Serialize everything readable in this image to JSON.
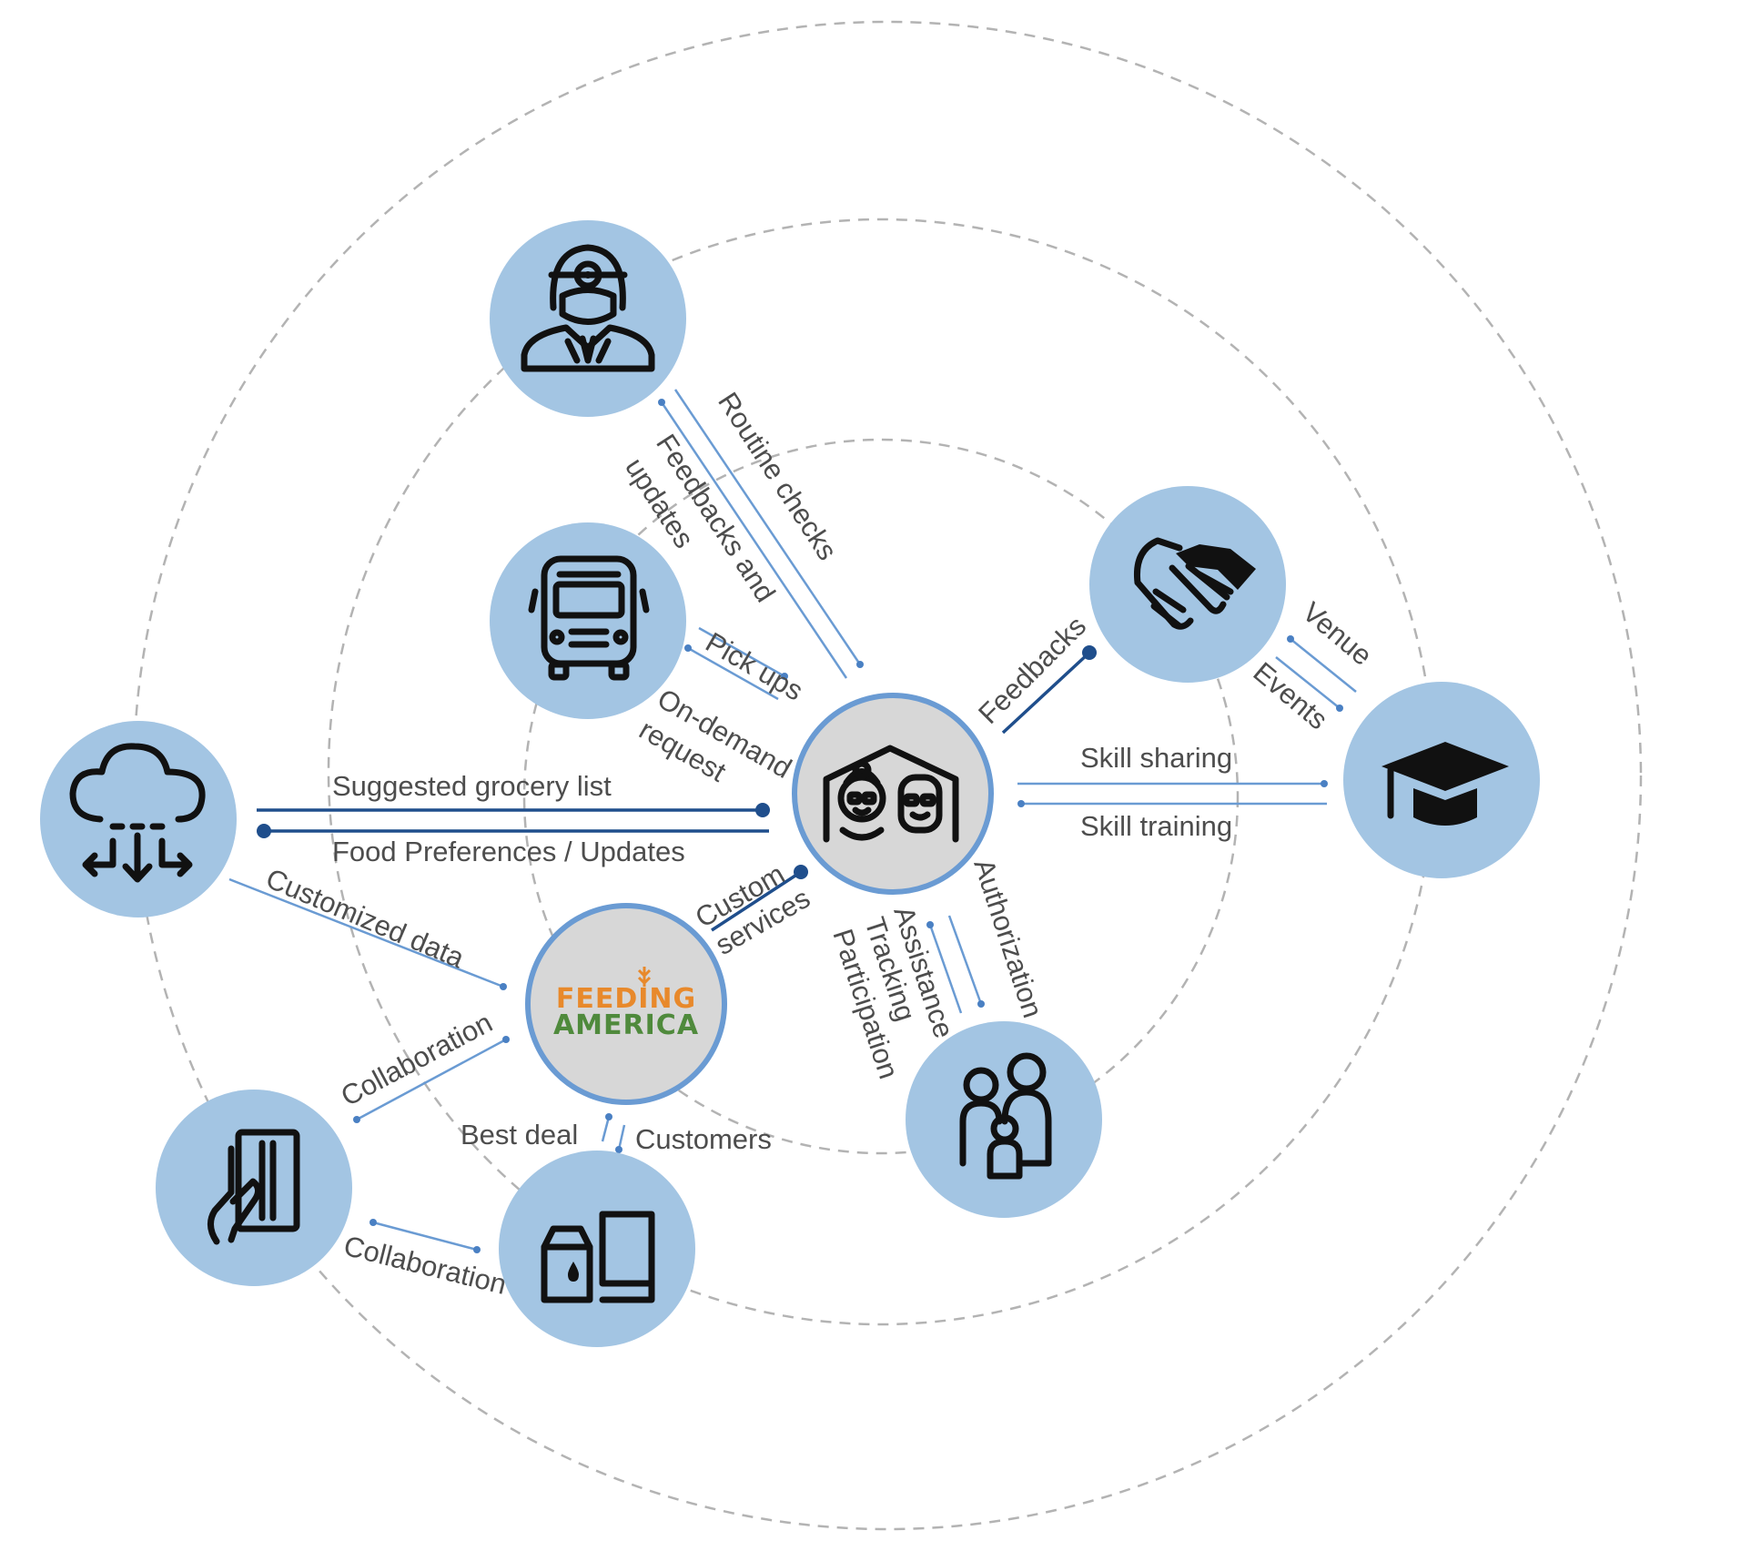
{
  "colors": {
    "node_fill": "#a3c5e3",
    "hub_fill": "#d7d7d7",
    "hub_border": "#6a9bd3",
    "dark_link": "#1f4e8c",
    "light_link": "#6a9bd3",
    "ring": "#b3b3b3",
    "logo_orange": "#e8892b",
    "logo_green": "#4f8a3c"
  },
  "nodes": {
    "hub": {
      "icon": "elderly-couple-home-icon"
    },
    "doctor": {
      "icon": "doctor-icon"
    },
    "bus": {
      "icon": "bus-icon"
    },
    "partnership": {
      "icon": "handshake-icon"
    },
    "education": {
      "icon": "graduation-cap-icon"
    },
    "cloud": {
      "icon": "cloud-data-icon"
    },
    "food_bank": {
      "logo_line1": "FEEDING",
      "logo_line2": "AMERICA"
    },
    "family": {
      "icon": "family-icon"
    },
    "payment": {
      "icon": "payment-card-icon"
    },
    "grocery": {
      "icon": "grocery-store-icon"
    }
  },
  "links": {
    "routine_checks": "Routine checks",
    "feedbacks_and": "Feedbacks and",
    "updates": "updates",
    "pick_ups": "Pick ups",
    "on_demand": "On-demand",
    "request": "request",
    "feedbacks": "Feedbacks",
    "venue": "Venue",
    "events": "Events",
    "skill_sharing": "Skill sharing",
    "skill_training": "Skill training",
    "suggested_grocery": "Suggested grocery list",
    "food_preferences": "Food Preferences / Updates",
    "customized_data": "Customized data",
    "custom": "Custom",
    "services": "services",
    "authorization": "Authorization",
    "assistance": "Assistance",
    "tracking": "Tracking",
    "participation": "Participation",
    "collaboration_upper": "Collaboration",
    "collaboration_lower": "Collaboration",
    "best_deal": "Best deal",
    "customers": "Customers"
  }
}
